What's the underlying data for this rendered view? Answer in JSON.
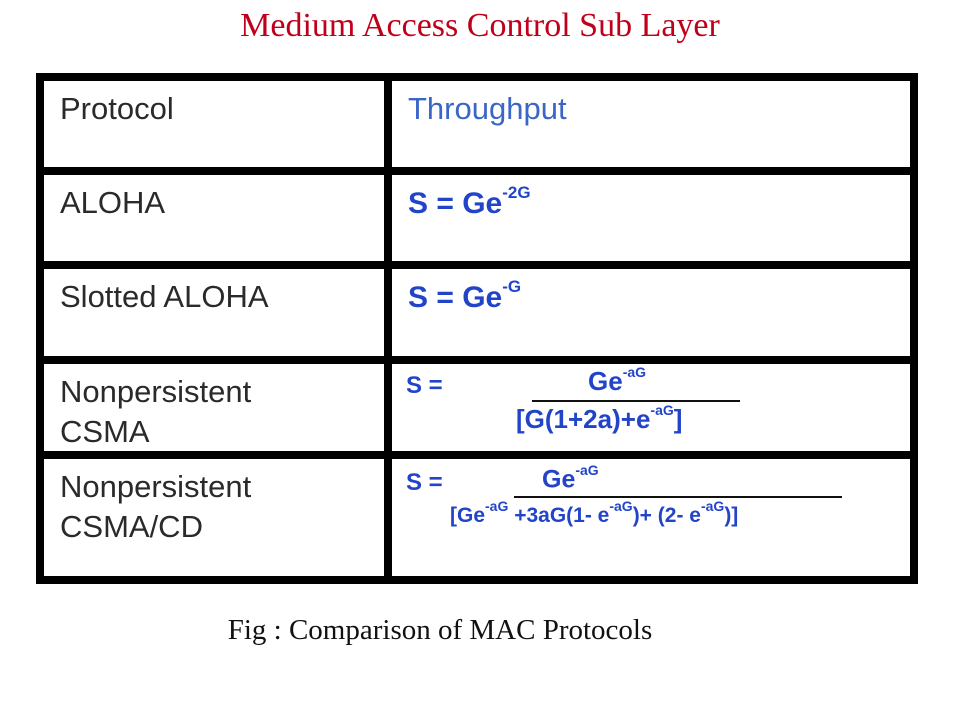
{
  "title": "Medium Access Control Sub Layer",
  "table": {
    "headers": {
      "protocol": "Protocol",
      "throughput": "Throughput"
    },
    "rows": [
      {
        "protocol": "ALOHA",
        "formula": {
          "base": "S = Ge",
          "exponent": "-2G"
        }
      },
      {
        "protocol": "Slotted ALOHA",
        "formula": {
          "base": "S = Ge",
          "exponent": "-G"
        }
      },
      {
        "protocol": "Nonpersistent\nCSMA",
        "formula": {
          "lhs": "S =",
          "numerator": {
            "base": "Ge",
            "exp": "-aG"
          },
          "denominator": {
            "p1": "[G(1+2a)+e",
            "e1": "-aG",
            "p2": "]"
          }
        }
      },
      {
        "protocol": "Nonpersistent\nCSMA/CD",
        "formula": {
          "lhs": "S =",
          "numerator": {
            "base": "Ge",
            "exp": "-aG"
          },
          "denominator": {
            "p1": "[Ge",
            "e1": "-aG",
            "p2": " +3aG(1- e",
            "e2": "-aG",
            "p3": ")+ (2- e",
            "e3": "-aG",
            "p4": ")]"
          }
        }
      }
    ]
  },
  "caption": "Fig : Comparison of MAC Protocols"
}
